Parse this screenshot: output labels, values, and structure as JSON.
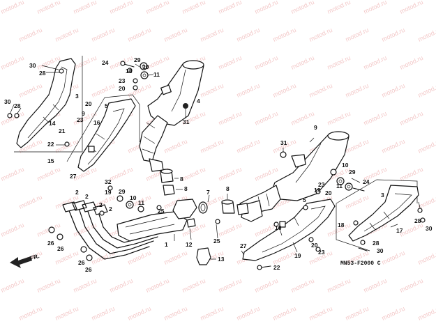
{
  "diagram": {
    "watermark": "motod.ru",
    "diagram_code": "MN53-F2000 C",
    "front_label": "FR.",
    "callouts": [
      {
        "id": "c30a",
        "label": "30"
      },
      {
        "id": "c28a",
        "label": "28"
      },
      {
        "id": "c3a",
        "label": "3"
      },
      {
        "id": "c30b",
        "label": "30"
      },
      {
        "id": "c28b",
        "label": "28"
      },
      {
        "id": "c14",
        "label": "14"
      },
      {
        "id": "c22a",
        "label": "22"
      },
      {
        "id": "c15",
        "label": "15"
      },
      {
        "id": "c27a",
        "label": "27"
      },
      {
        "id": "c20a",
        "label": "20"
      },
      {
        "id": "c23a",
        "label": "23"
      },
      {
        "id": "c16a",
        "label": "16"
      },
      {
        "id": "c5a",
        "label": "5"
      },
      {
        "id": "c9a",
        "label": "9"
      },
      {
        "id": "c21",
        "label": "21"
      },
      {
        "id": "c24a",
        "label": "24"
      },
      {
        "id": "c29a",
        "label": "29"
      },
      {
        "id": "c18a",
        "label": "18"
      },
      {
        "id": "c10a",
        "label": "10"
      },
      {
        "id": "c23b",
        "label": "23"
      },
      {
        "id": "c20b",
        "label": "20"
      },
      {
        "id": "c11a",
        "label": "11"
      },
      {
        "id": "c4",
        "label": "4"
      },
      {
        "id": "c31a",
        "label": "31"
      },
      {
        "id": "c8a",
        "label": "8"
      },
      {
        "id": "c8b",
        "label": "8"
      },
      {
        "id": "c32",
        "label": "32"
      },
      {
        "id": "c2a",
        "label": "2"
      },
      {
        "id": "c2b",
        "label": "2"
      },
      {
        "id": "c2c",
        "label": "2"
      },
      {
        "id": "c2d",
        "label": "2"
      },
      {
        "id": "c19a",
        "label": "19"
      },
      {
        "id": "c29b",
        "label": "29"
      },
      {
        "id": "c10b",
        "label": "10"
      },
      {
        "id": "c11b",
        "label": "11"
      },
      {
        "id": "c25a",
        "label": "25"
      },
      {
        "id": "c7",
        "label": "7"
      },
      {
        "id": "c8c",
        "label": "8"
      },
      {
        "id": "c1",
        "label": "1"
      },
      {
        "id": "c12",
        "label": "12"
      },
      {
        "id": "c25b",
        "label": "25"
      },
      {
        "id": "c26a",
        "label": "26"
      },
      {
        "id": "c26b",
        "label": "26"
      },
      {
        "id": "c26c",
        "label": "26"
      },
      {
        "id": "c26d",
        "label": "26"
      },
      {
        "id": "c13",
        "label": "13"
      },
      {
        "id": "c9b",
        "label": "9"
      },
      {
        "id": "c31b",
        "label": "31"
      },
      {
        "id": "c23c",
        "label": "23"
      },
      {
        "id": "c19b",
        "label": "19"
      },
      {
        "id": "c20c",
        "label": "20"
      },
      {
        "id": "c10c",
        "label": "10"
      },
      {
        "id": "c29c",
        "label": "29"
      },
      {
        "id": "c11c",
        "label": "11"
      },
      {
        "id": "c24b",
        "label": "24"
      },
      {
        "id": "c3b",
        "label": "3"
      },
      {
        "id": "c5b",
        "label": "5"
      },
      {
        "id": "c16b",
        "label": "16"
      },
      {
        "id": "c27b",
        "label": "27"
      },
      {
        "id": "c19c",
        "label": "19"
      },
      {
        "id": "c20d",
        "label": "20"
      },
      {
        "id": "c23d",
        "label": "23"
      },
      {
        "id": "c18b",
        "label": "18"
      },
      {
        "id": "c17",
        "label": "17"
      },
      {
        "id": "c28c",
        "label": "28"
      },
      {
        "id": "c30c",
        "label": "30"
      },
      {
        "id": "c28d",
        "label": "28"
      },
      {
        "id": "c30d",
        "label": "30"
      },
      {
        "id": "c22b",
        "label": "22"
      }
    ]
  }
}
